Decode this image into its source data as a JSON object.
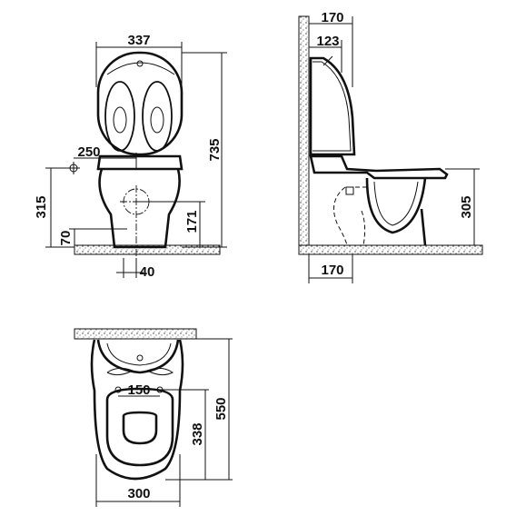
{
  "diagram": {
    "views": [
      {
        "name": "front-view",
        "dimensions": [
          "337",
          "735",
          "250",
          "315",
          "70",
          "171",
          "40"
        ]
      },
      {
        "name": "side-view",
        "dimensions": [
          "170",
          "123",
          "305",
          "170"
        ]
      },
      {
        "name": "top-view",
        "dimensions": [
          "150",
          "338",
          "550",
          "300"
        ]
      }
    ],
    "colors": {
      "line": "#111111",
      "background": "#ffffff"
    }
  }
}
